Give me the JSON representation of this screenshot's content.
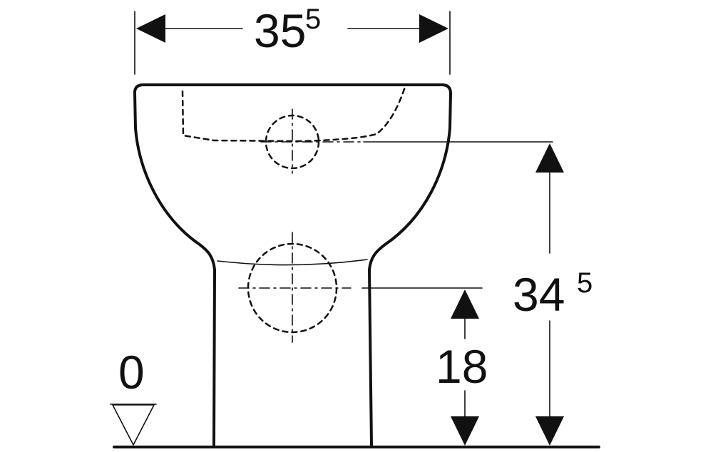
{
  "dimensions": {
    "width": {
      "main": "35",
      "superscript": "5"
    },
    "top_height": {
      "main": "34",
      "superscript": "5"
    },
    "outlet_height": {
      "main": "18"
    },
    "floor_level": {
      "main": "0"
    }
  },
  "colors": {
    "ink": "#111111",
    "background": "#ffffff"
  }
}
